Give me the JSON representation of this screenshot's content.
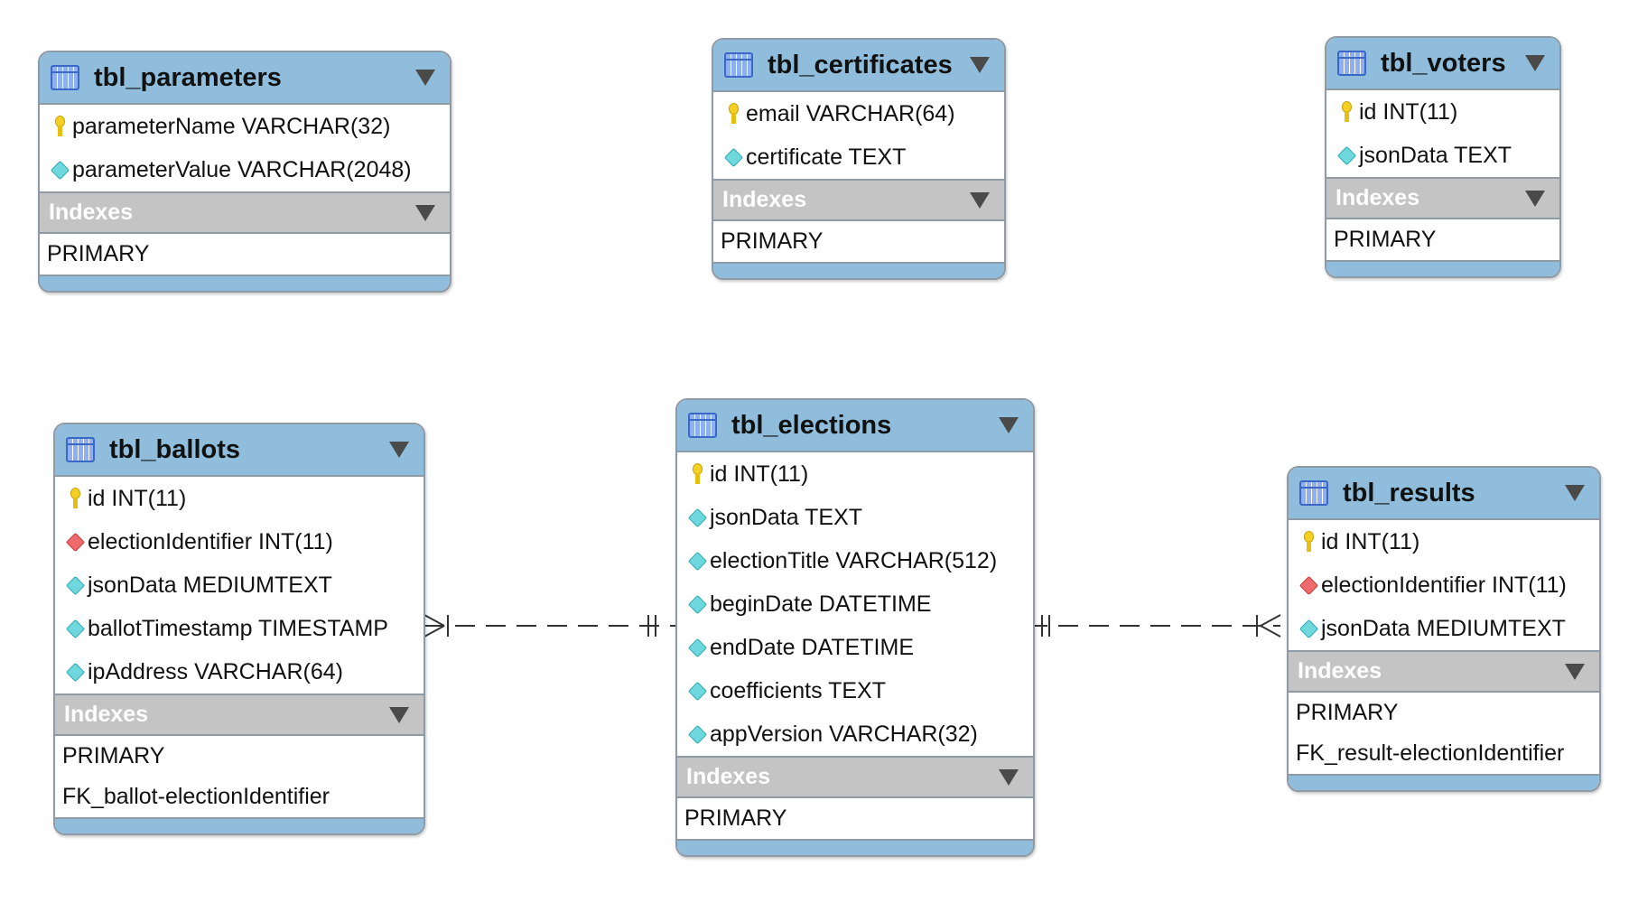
{
  "tables": [
    {
      "id": "parameters",
      "name": "tbl_parameters",
      "columns": [
        {
          "text": "parameterName VARCHAR(32)",
          "kind": "pk"
        },
        {
          "text": "parameterValue VARCHAR(2048)",
          "kind": "column"
        }
      ],
      "indexes_label": "Indexes",
      "indexes": [
        "PRIMARY"
      ]
    },
    {
      "id": "certificates",
      "name": "tbl_certificates",
      "columns": [
        {
          "text": "email VARCHAR(64)",
          "kind": "pk"
        },
        {
          "text": "certificate TEXT",
          "kind": "column"
        }
      ],
      "indexes_label": "Indexes",
      "indexes": [
        "PRIMARY"
      ]
    },
    {
      "id": "voters",
      "name": "tbl_voters",
      "columns": [
        {
          "text": "id INT(11)",
          "kind": "pk"
        },
        {
          "text": "jsonData TEXT",
          "kind": "column"
        }
      ],
      "indexes_label": "Indexes",
      "indexes": [
        "PRIMARY"
      ]
    },
    {
      "id": "ballots",
      "name": "tbl_ballots",
      "columns": [
        {
          "text": "id INT(11)",
          "kind": "pk"
        },
        {
          "text": "electionIdentifier INT(11)",
          "kind": "fk"
        },
        {
          "text": "jsonData MEDIUMTEXT",
          "kind": "column"
        },
        {
          "text": "ballotTimestamp TIMESTAMP",
          "kind": "column"
        },
        {
          "text": "ipAddress VARCHAR(64)",
          "kind": "column"
        }
      ],
      "indexes_label": "Indexes",
      "indexes": [
        "PRIMARY",
        "FK_ballot-electionIdentifier"
      ]
    },
    {
      "id": "elections",
      "name": "tbl_elections",
      "columns": [
        {
          "text": "id INT(11)",
          "kind": "pk"
        },
        {
          "text": "jsonData TEXT",
          "kind": "column"
        },
        {
          "text": "electionTitle VARCHAR(512)",
          "kind": "column"
        },
        {
          "text": "beginDate DATETIME",
          "kind": "column"
        },
        {
          "text": "endDate DATETIME",
          "kind": "column"
        },
        {
          "text": "coefficients TEXT",
          "kind": "column"
        },
        {
          "text": "appVersion VARCHAR(32)",
          "kind": "column"
        }
      ],
      "indexes_label": "Indexes",
      "indexes": [
        "PRIMARY"
      ]
    },
    {
      "id": "results",
      "name": "tbl_results",
      "columns": [
        {
          "text": "id INT(11)",
          "kind": "pk"
        },
        {
          "text": "electionIdentifier INT(11)",
          "kind": "fk"
        },
        {
          "text": "jsonData MEDIUMTEXT",
          "kind": "column"
        }
      ],
      "indexes_label": "Indexes",
      "indexes": [
        "PRIMARY",
        "FK_result-electionIdentifier"
      ]
    }
  ],
  "relationships": [
    {
      "from": "ballots",
      "to": "elections",
      "from_end": "many",
      "to_end": "one"
    },
    {
      "from": "results",
      "to": "elections",
      "from_end": "many",
      "to_end": "one"
    }
  ],
  "colors": {
    "header": "#8fbddb",
    "index_header": "#c4c4c4",
    "border": "#8e9aa6",
    "pk_key": "#f4d023",
    "column_diamond": "#6ed8dc",
    "fk_diamond": "#ef6a6a"
  },
  "icons": {
    "table": "table-icon",
    "collapse": "triangle-down-icon",
    "primary_key": "key-icon",
    "column": "diamond-icon",
    "foreign_key": "red-diamond-icon"
  }
}
